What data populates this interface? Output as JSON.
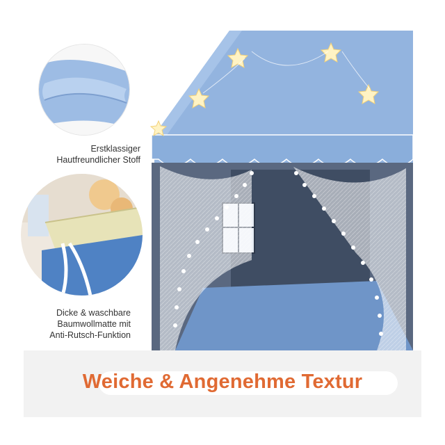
{
  "captions": {
    "fabric": [
      "Erstklassiger",
      "Hautfreundlicher Stoff"
    ],
    "mat": [
      "Dicke & waschbare",
      "Baumwollmatte mit",
      "Anti-Rutsch-Funktion"
    ]
  },
  "banner": {
    "title": "Weiche & Angenehme Textur"
  },
  "colors": {
    "tent_blue": "#8fb1dd",
    "tent_interior": "#4b5b74",
    "floor_mat": "#6f95c8",
    "title_orange": "#e06a33",
    "banner_bg": "#f2f2f2"
  }
}
